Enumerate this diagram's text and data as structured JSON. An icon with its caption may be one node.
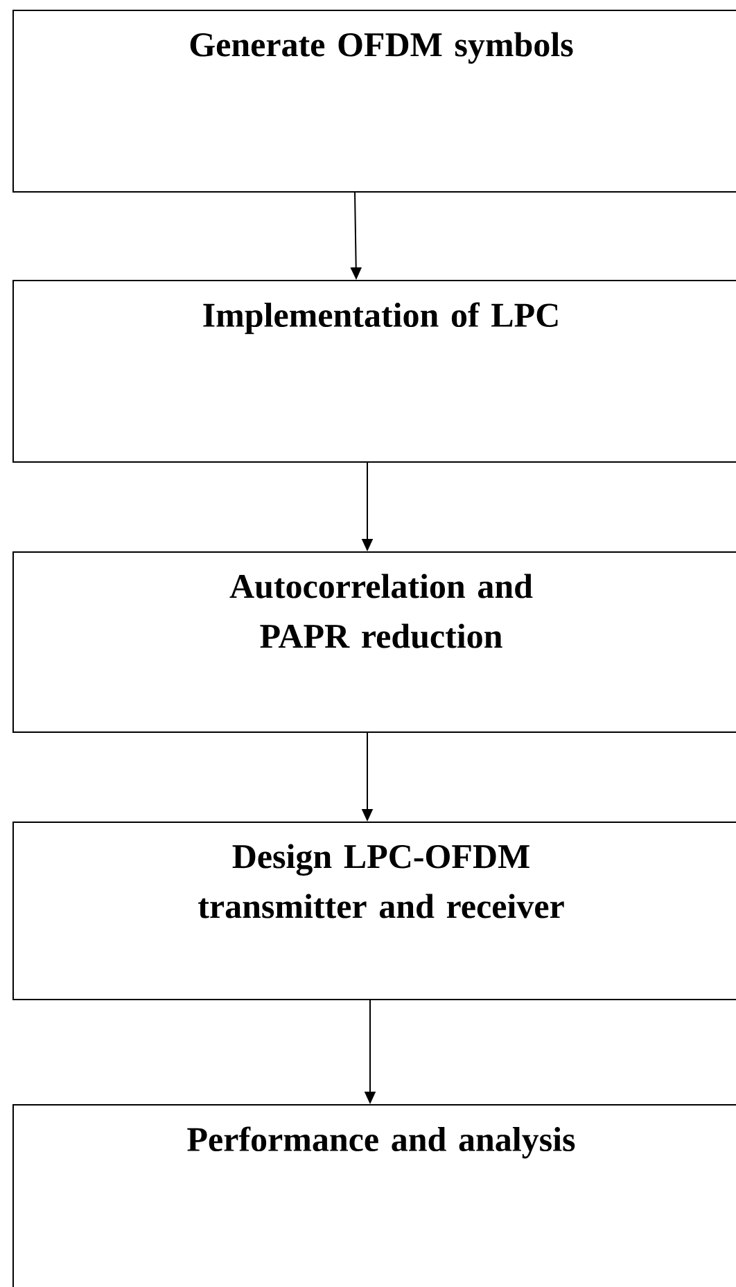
{
  "diagram": {
    "nodes": [
      {
        "text": [
          "Generate OFDM symbols"
        ]
      },
      {
        "text": [
          "Implementation of LPC"
        ]
      },
      {
        "text": [
          "Autocorrelation and PAPR reduction"
        ]
      },
      {
        "text": [
          "Design LPC-OFDM transmitter and receiver"
        ]
      },
      {
        "text": [
          "Performance and analysis"
        ]
      }
    ],
    "edges": [
      {
        "from": 0,
        "to": 1,
        "arrow": "to"
      },
      {
        "from": 1,
        "to": 2,
        "arrow": "to"
      },
      {
        "from": 2,
        "to": 3,
        "arrow": "to"
      },
      {
        "from": 3,
        "to": 4,
        "arrow": "to"
      }
    ]
  }
}
